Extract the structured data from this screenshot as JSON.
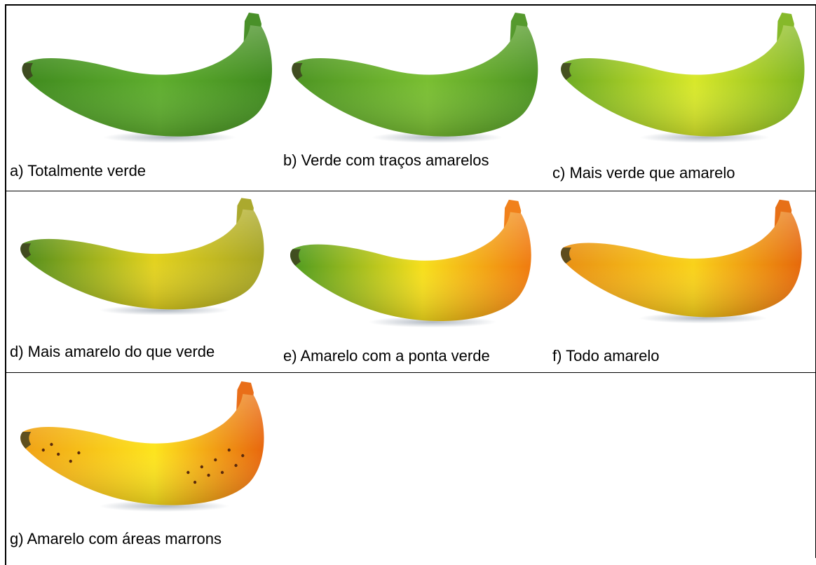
{
  "panels": [
    {
      "caption": "a) Totalmente verde",
      "stage": "totally-green",
      "colors": [
        "#3f8a1e",
        "#5fae2e",
        "#3f8a1e"
      ]
    },
    {
      "caption": "b) Verde com traços amarelos",
      "stage": "green-with-yellow-traces",
      "colors": [
        "#4c9422",
        "#7abf32",
        "#4c9422"
      ]
    },
    {
      "caption": "c) Mais verde que amarelo",
      "stage": "more-green-than-yellow",
      "colors": [
        "#6aaa22",
        "#d8e82a",
        "#7fb51f"
      ]
    },
    {
      "caption": "d) Mais amarelo do que verde",
      "stage": "more-yellow-than-green",
      "colors": [
        "#4f8c1c",
        "#e3d21e",
        "#a6a423"
      ]
    },
    {
      "caption": "e) Amarelo com a ponta verde",
      "stage": "yellow-with-green-tip",
      "colors": [
        "#4c9a20",
        "#f7df1c",
        "#f07a0f"
      ]
    },
    {
      "caption": "f) Todo amarelo",
      "stage": "all-yellow",
      "colors": [
        "#e98f14",
        "#f9d21a",
        "#e6680b"
      ]
    },
    {
      "caption": "g) Amarelo com áreas marrons",
      "stage": "yellow-with-brown-spots",
      "colors": [
        "#f0a015",
        "#fde41d",
        "#e8660d"
      ],
      "spots": true
    }
  ]
}
